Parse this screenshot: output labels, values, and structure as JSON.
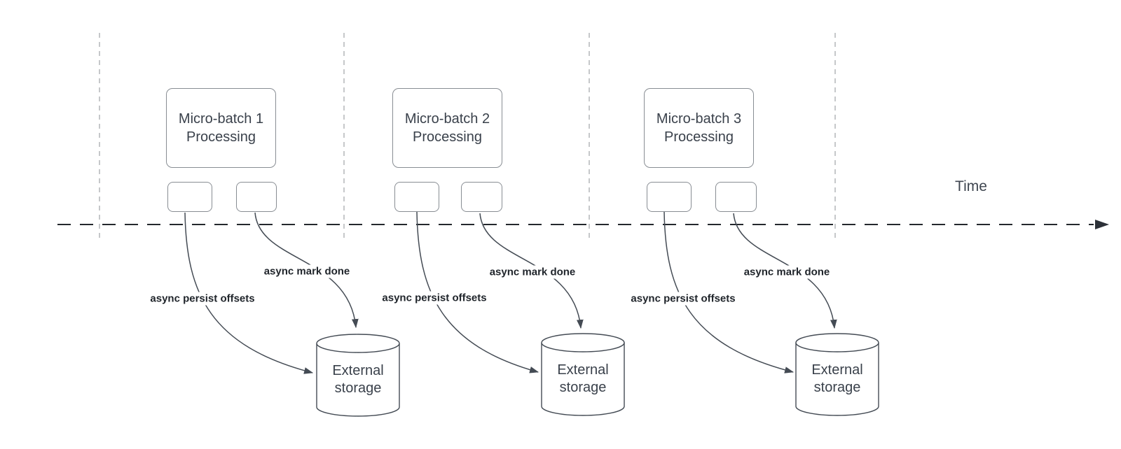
{
  "canvas": {
    "background": "#ffffff"
  },
  "time_axis": {
    "label": "Time"
  },
  "batches": [
    {
      "box_label": "Micro-batch 1\nProcessing",
      "persist_arrow_label": "async persist offsets",
      "done_arrow_label": "async mark done",
      "storage_label": "External\nstorage"
    },
    {
      "box_label": "Micro-batch 2\nProcessing",
      "persist_arrow_label": "async persist offsets",
      "done_arrow_label": "async mark done",
      "storage_label": "External\nstorage"
    },
    {
      "box_label": "Micro-batch 3\nProcessing",
      "persist_arrow_label": "async persist offsets",
      "done_arrow_label": "async mark done",
      "storage_label": "External\nstorage"
    }
  ],
  "colors": {
    "curve": "#444b54",
    "axis": "#24282d",
    "guide_line": "#b3b6b9",
    "box_border": "#888d93",
    "box_text": "#3a414b",
    "label_text": "#20252b"
  }
}
